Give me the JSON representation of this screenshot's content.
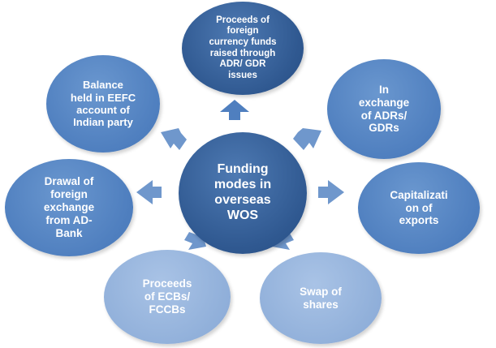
{
  "center": {
    "text": "Funding\nmodes in\noverseas\nWOS"
  },
  "modes": {
    "top": "Proceeds of\nforeign\ncurrency funds\nraised through\nADR/ GDR\nissues",
    "top_left": "Balance\nheld in EEFC\naccount of\nIndian party",
    "top_right": "In\nexchange\nof ADRs/\nGDRs",
    "left": "Drawal of\nforeign\nexchange\nfrom AD-\nBank",
    "right": "Capitalizati\non of\nexports",
    "bottom_left": "Proceeds\nof ECBs/\nFCCBs",
    "bottom_right": "Swap of\nshares"
  },
  "colors": {
    "center": "#2f5890",
    "top": "#2f5890",
    "mid_nodes": "#4f7fbf",
    "light_nodes": "#91b0da",
    "arrows": "#6f97cc"
  }
}
